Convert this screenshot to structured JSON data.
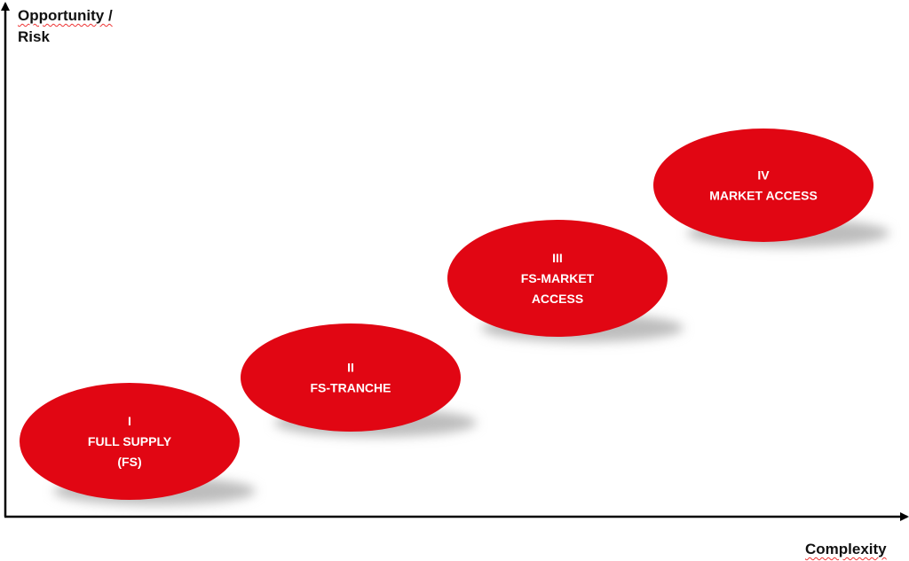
{
  "axes": {
    "y_label_line1": "Opportunity /",
    "y_label_line2": "Risk",
    "x_label": "Complexity"
  },
  "colors": {
    "ellipse": "#e10613",
    "shadow": "#bdbdbd",
    "axis": "#000000"
  },
  "stages": [
    {
      "lines": [
        "I",
        "FULL SUPPLY",
        "(FS)"
      ]
    },
    {
      "lines": [
        "II",
        "FS-TRANCHE"
      ]
    },
    {
      "lines": [
        "III",
        "FS-MARKET",
        "ACCESS"
      ]
    },
    {
      "lines": [
        "IV",
        "MARKET ACCESS"
      ]
    }
  ]
}
